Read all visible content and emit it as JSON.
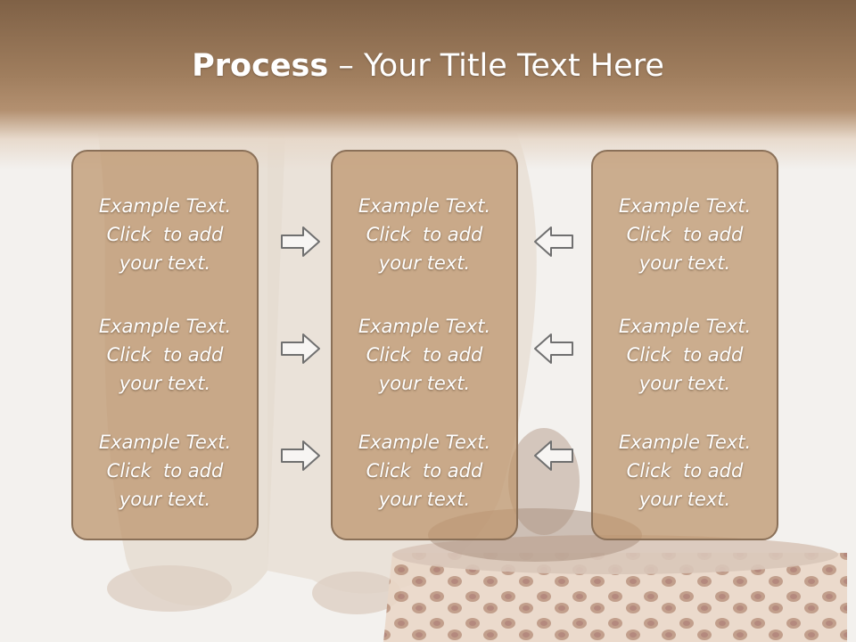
{
  "slide": {
    "title_bold": "Process",
    "title_rest": " – Your Title Text Here"
  },
  "columns": [
    {
      "items": [
        {
          "line1": "Example Text.",
          "line2": "Click  to add",
          "line3": "your text."
        },
        {
          "line1": "Example Text.",
          "line2": "Click  to add",
          "line3": "your text."
        },
        {
          "line1": "Example Text.",
          "line2": "Click  to add",
          "line3": "your text."
        }
      ]
    },
    {
      "items": [
        {
          "line1": "Example Text.",
          "line2": "Click  to add",
          "line3": "your text."
        },
        {
          "line1": "Example Text.",
          "line2": "Click  to add",
          "line3": "your text."
        },
        {
          "line1": "Example Text.",
          "line2": "Click  to add",
          "line3": "your text."
        }
      ]
    },
    {
      "items": [
        {
          "line1": "Example Text.",
          "line2": "Click  to add",
          "line3": "your text."
        },
        {
          "line1": "Example Text.",
          "line2": "Click  to add",
          "line3": "your text."
        },
        {
          "line1": "Example Text.",
          "line2": "Click  to add",
          "line3": "your text."
        }
      ]
    }
  ],
  "arrows": {
    "left_group": "arrow-right-icon",
    "right_group": "arrow-left-icon"
  },
  "colors": {
    "header": "#7f6146",
    "box_fill": "#c2a07e",
    "box_border": "#8a7058",
    "arrow_stroke": "#707070"
  }
}
